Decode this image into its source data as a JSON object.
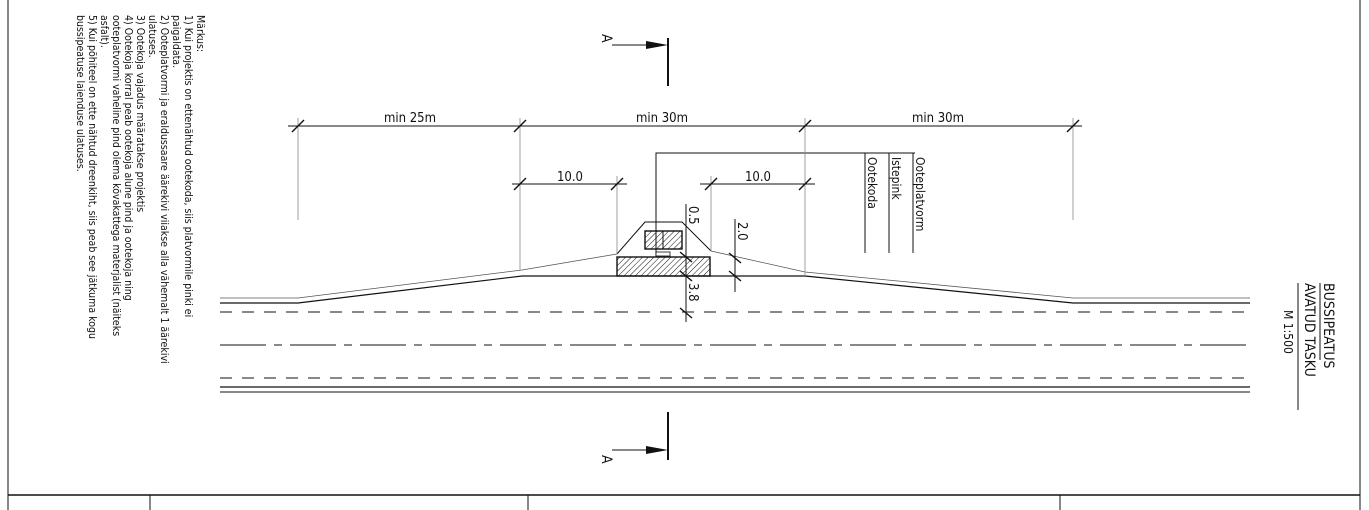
{
  "notes": {
    "heading": "Märkus:",
    "lines": [
      "1) Kui projektis on ettenähtud ootekoda, siis platvormile pinki ei",
      "paigaldata.",
      "2) Ooteplatvormi ja eraldussaare äärekivi viiakse alla vähemalt 1 äärekivi",
      "ulatuses.",
      "3) Ootekoja vajadus määratakse projektis",
      "4) Ootekoja korral peab ootekoja alune pind ja ootekoja ning",
      "ooteplatvormi vaheline pind olema kõvakattega materjalist (näiteks",
      "asfalt).",
      "5) Kui põhiteel on ette nähtud dreenkiht, siis peab see jätkuma kogu",
      "bussipeatuse laienduse ulatuses."
    ]
  },
  "dimensions": {
    "min_25m": "min 25m",
    "min_30m_a": "min 30m",
    "min_30m_b": "min 30m",
    "ten_a": "10.0",
    "ten_b": "10.0",
    "d_0_5": "0.5",
    "d_2_0": "2.0",
    "d_3_8": "3.8"
  },
  "labels": {
    "ootekoda": "Ootekoda",
    "istepink": "Istepink",
    "ooteplatvorm": "Ooteplatvorm"
  },
  "section": {
    "top": "A",
    "bottom": "A"
  },
  "title": {
    "line1": "BUSSIPEATUS",
    "line2": "AVATUD TASKU",
    "scale": "M 1:500"
  }
}
